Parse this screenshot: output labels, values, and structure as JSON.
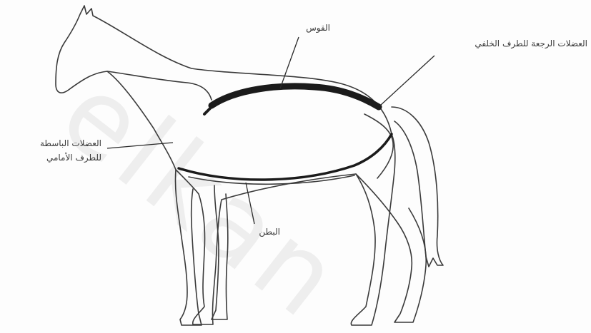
{
  "labels": {
    "back": "القوس",
    "hind_muscles": "العضلات الرجعة للطرف الخلفي",
    "fore_muscles_line1": "العضلات الباسطة",
    "fore_muscles_line2": "للطرف الأمامي",
    "belly": "البطن"
  },
  "watermark": "elkan"
}
